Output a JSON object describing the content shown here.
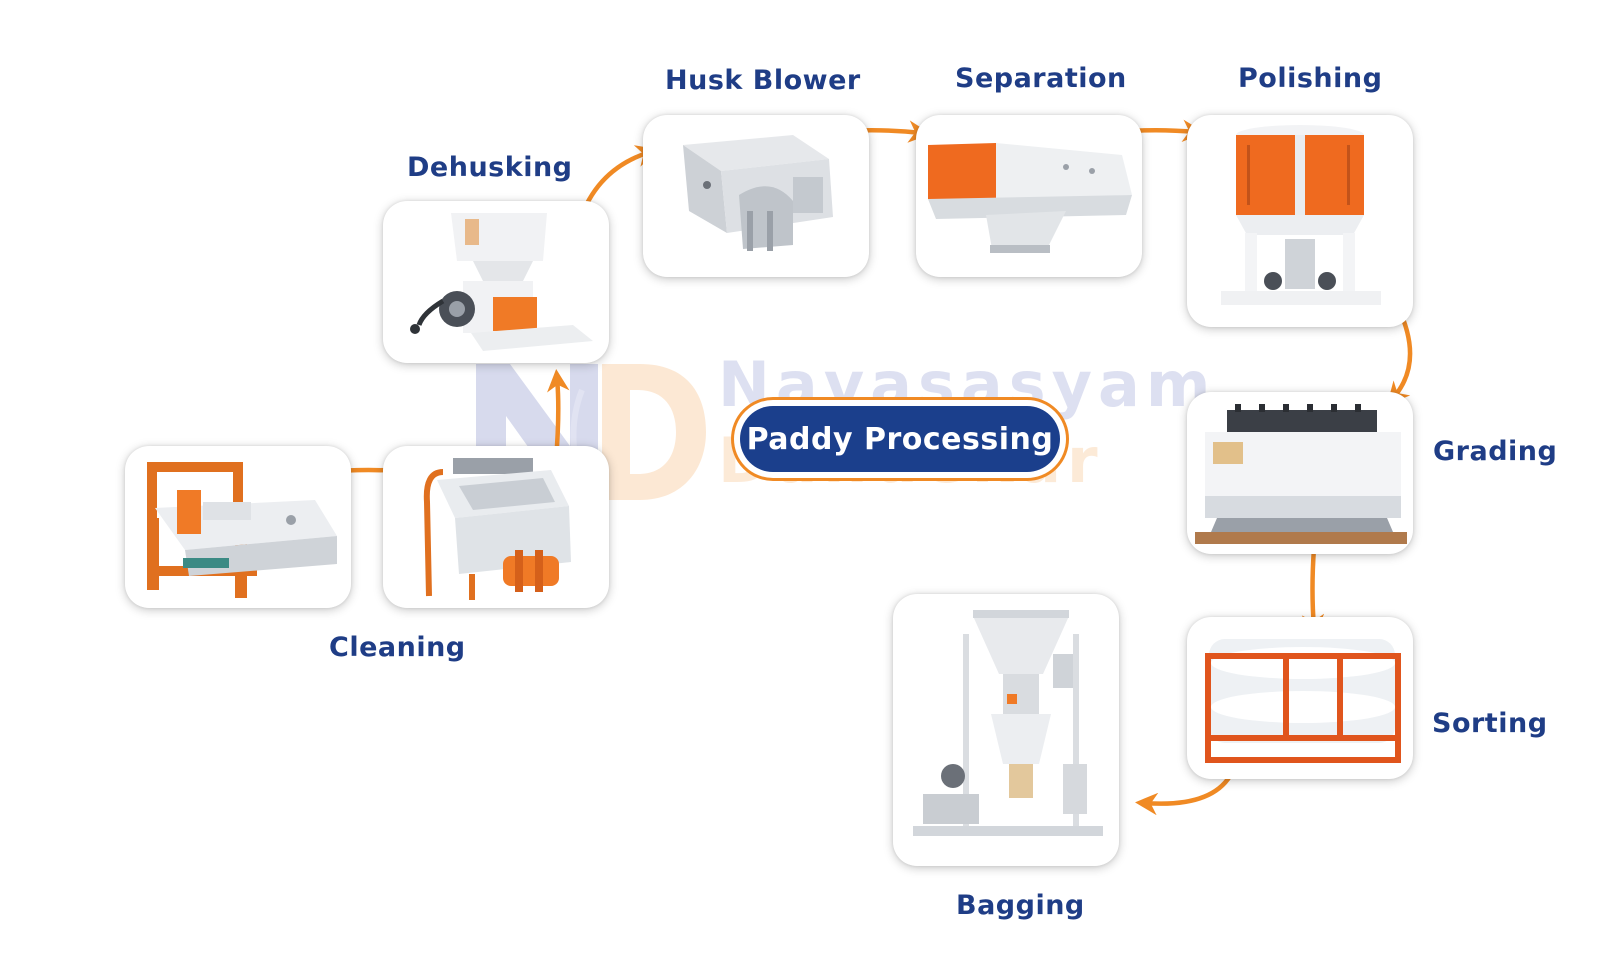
{
  "center_title": "Paddy Processing",
  "watermark": {
    "logo_letters": "ND",
    "line1": "Navasasyam",
    "line2": "Dandekar"
  },
  "steps": {
    "cleaning": "Cleaning",
    "dehusking": "Dehusking",
    "husk_blower": "Husk Blower",
    "separation": "Separation",
    "polishing": "Polishing",
    "grading": "Grading",
    "sorting": "Sorting",
    "bagging": "Bagging"
  },
  "colors": {
    "label_blue": "#1f3d86",
    "pill_blue": "#1b3f8c",
    "arrow_orange": "#f08a24",
    "machine_orange": "#ef6a1f"
  }
}
